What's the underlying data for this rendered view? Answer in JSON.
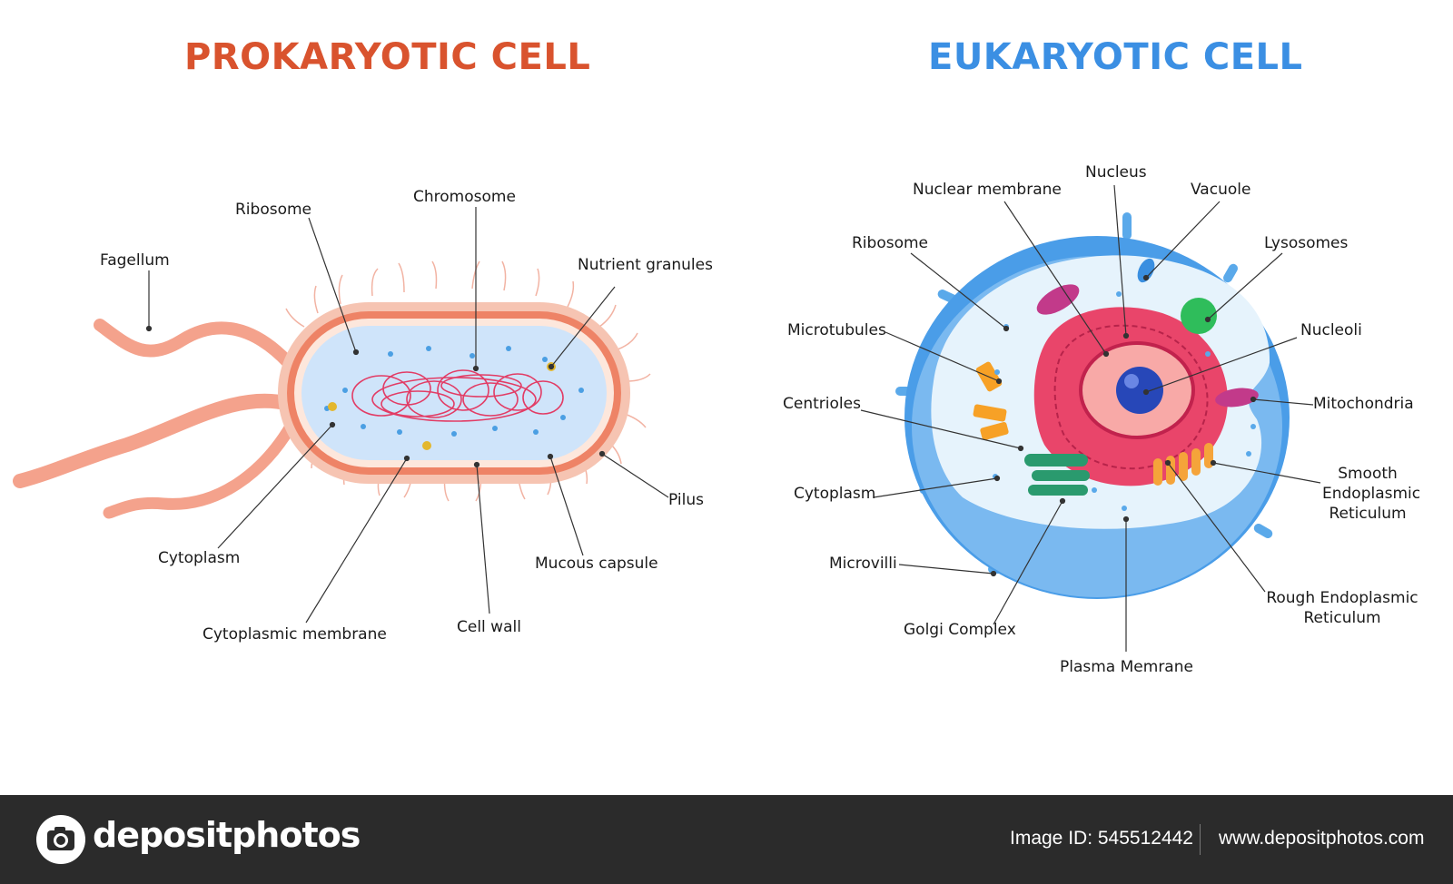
{
  "prokaryotic": {
    "title": "PROKARYOTIC CELL",
    "labels": {
      "fagellum": "Fagellum",
      "ribosome": "Ribosome",
      "chromosome": "Chromosome",
      "nutrient_granules": "Nutrient granules",
      "pilus": "Pilus",
      "cytoplasm": "Cytoplasm",
      "mucous_capsule": "Mucous capsule",
      "cytoplasmic_membrane": "Cytoplasmic membrane",
      "cell_wall": "Cell wall"
    }
  },
  "eukaryotic": {
    "title": "EUKARYOTIC CELL",
    "labels": {
      "nucleus": "Nucleus",
      "nuclear_membrane": "Nuclear membrane",
      "vacuole": "Vacuole",
      "ribosome": "Ribosome",
      "lysosomes": "Lysosomes",
      "microtubules": "Microtubules",
      "nucleoli": "Nucleoli",
      "centrioles": "Centrioles",
      "mitochondria": "Mitochondria",
      "cytoplasm": "Cytoplasm",
      "smooth_er_1": "Smooth",
      "smooth_er_2": "Endoplasmic",
      "smooth_er_3": "Reticulum",
      "microvilli": "Microvilli",
      "rough_er_1": "Rough Endoplasmic",
      "rough_er_2": "Reticulum",
      "golgi_complex": "Golgi Complex",
      "plasma_membrane": "Plasma Memrane"
    }
  },
  "footer": {
    "logo_text": "depositphotos",
    "image_id": "Image ID: 545512442",
    "site_url": "www.depositphotos.com"
  },
  "colors": {
    "prokaryotic_title": "#d9532e",
    "eukaryotic_title": "#3b8fe3",
    "footer_bg": "#2b2b2b"
  }
}
